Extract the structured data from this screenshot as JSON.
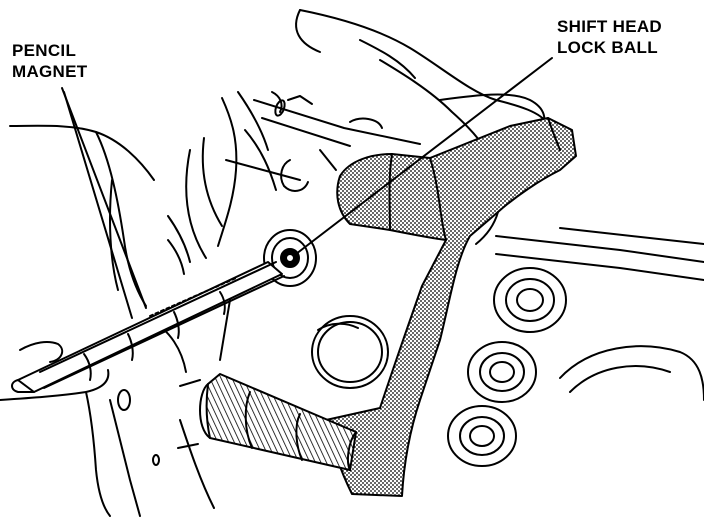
{
  "callouts": {
    "pencil_magnet": [
      "PENCIL",
      "MAGNET"
    ],
    "shift_head_lock_ball": [
      "SHIFT HEAD",
      "LOCK BALL"
    ]
  },
  "colors": {
    "ink": "#000000",
    "paper": "#ffffff",
    "section_hatch": "#000000"
  }
}
